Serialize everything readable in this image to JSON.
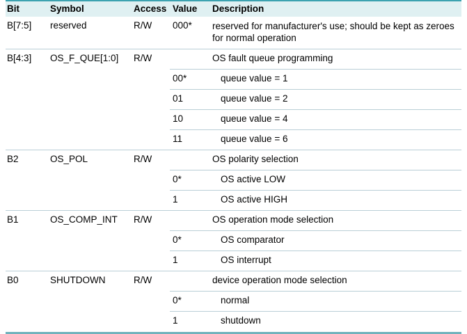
{
  "table": {
    "name": "configuration-register-bit-description",
    "columns": [
      "Bit",
      "Symbol",
      "Access",
      "Value",
      "Description"
    ],
    "colors": {
      "header_background": "#dff0f2",
      "top_rule": "#3ba2b0",
      "row_rule": "#b9ced6",
      "bottom_rule": "#6fb2bc",
      "text": "#000000"
    },
    "rows": [
      {
        "bit": "B[7:5]",
        "symbol": "reserved",
        "access": "R/W",
        "value": "000*",
        "description": "reserved for manufacturer's use; should be kept as zeroes for normal operation",
        "subrows": []
      },
      {
        "bit": "B[4:3]",
        "symbol": "OS_F_QUE[1:0]",
        "access": "R/W",
        "value": "",
        "description": "OS fault queue programming",
        "subrows": [
          {
            "value": "00*",
            "description": "queue value = 1"
          },
          {
            "value": "01",
            "description": "queue value = 2"
          },
          {
            "value": "10",
            "description": "queue value = 4"
          },
          {
            "value": "11",
            "description": "queue value = 6"
          }
        ]
      },
      {
        "bit": "B2",
        "symbol": "OS_POL",
        "access": "R/W",
        "value": "",
        "description": "OS polarity selection",
        "subrows": [
          {
            "value": "0*",
            "description": "OS active LOW"
          },
          {
            "value": "1",
            "description": "OS active HIGH"
          }
        ]
      },
      {
        "bit": "B1",
        "symbol": "OS_COMP_INT",
        "access": "R/W",
        "value": "",
        "description": "OS operation mode selection",
        "subrows": [
          {
            "value": "0*",
            "description": "OS comparator"
          },
          {
            "value": "1",
            "description": "OS interrupt"
          }
        ]
      },
      {
        "bit": "B0",
        "symbol": "SHUTDOWN",
        "access": "R/W",
        "value": "",
        "description": "device operation mode selection",
        "subrows": [
          {
            "value": "0*",
            "description": "normal"
          },
          {
            "value": "1",
            "description": "shutdown"
          }
        ]
      }
    ]
  }
}
